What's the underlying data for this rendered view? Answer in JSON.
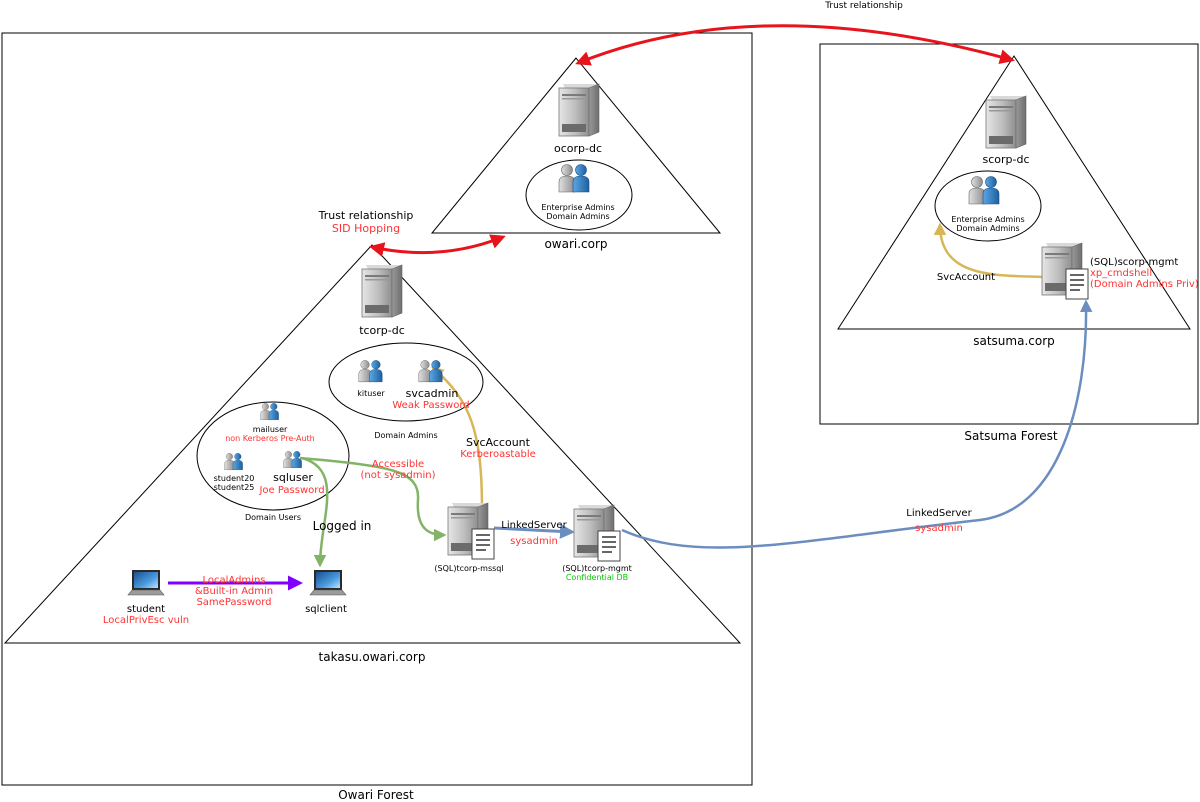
{
  "colors": {
    "trust": "#e8141b",
    "kerberoast": "#d6b656",
    "access": "#82b366",
    "linked": "#6c8ebf",
    "admin": "#7f00ff",
    "red_text": "#ff3333",
    "green_text": "#00cc00",
    "line": "#000000"
  },
  "labels": {
    "trust_top": "Trust relationship",
    "trust_sid_title": "Trust relationship",
    "trust_sid_sub": "SID Hopping",
    "owari_forest": "Owari Forest",
    "satsuma_forest": "Satsuma Forest",
    "owari_domain": "owari.corp",
    "takasu_domain": "takasu.owari.corp",
    "satsuma_domain": "satsuma.corp",
    "ocorp_dc": "ocorp-dc",
    "ocorp_group_1": "Enterprise Admins",
    "ocorp_group_2": "Domain Admins",
    "scorp_dc": "scorp-dc",
    "scorp_group_1": "Enterprise Admins",
    "scorp_group_2": "Domain Admins",
    "scorp_mgmt_title": "(SQL)scorp-mgmt",
    "scorp_mgmt_sub1": "xp_cmdshell",
    "scorp_mgmt_sub2": "(Domain Admins Priv)",
    "scorp_svcaccount": "SvcAccount",
    "tcorp_dc": "tcorp-dc",
    "kituser": "kituser",
    "svcadmin": "svcadmin",
    "svcadmin_sub": "Weak Password",
    "domain_admins": "Domain Admins",
    "mailuser": "mailuser",
    "mailuser_sub": "non Kerberos Pre-Auth",
    "student20": "student20",
    "student25": "student25",
    "sqluser": "sqluser",
    "sqluser_sub": "Joe Password",
    "domain_users": "Domain Users",
    "svcaccount": "SvcAccount",
    "svcaccount_sub": "Kerberoastable",
    "accessible": "Accessible",
    "not_sysadmin": "(not sysadmin)",
    "logged_in": "Logged in",
    "tcorp_mssql": "(SQL)tcorp-mssql",
    "linked_inner": "LinkedServer",
    "linked_inner_sub": "sysadmin",
    "tcorp_mgmt": "(SQL)tcorp-mgmt",
    "tcorp_mgmt_sub": "Confidential DB",
    "linked_outer": "LinkedServer",
    "linked_outer_sub": "sysadmin",
    "student": "student",
    "student_sub": "LocalPrivEsc vuln",
    "localadmins_1": "LocalAdmins",
    "localadmins_2": "&Built-in Admin",
    "localadmins_3": "SamePassword",
    "sqlclient": "sqlclient"
  },
  "icons": {
    "server": "server-icon",
    "sql_server": "sql-server-icon",
    "users": "users-icon",
    "laptop": "laptop-icon"
  }
}
